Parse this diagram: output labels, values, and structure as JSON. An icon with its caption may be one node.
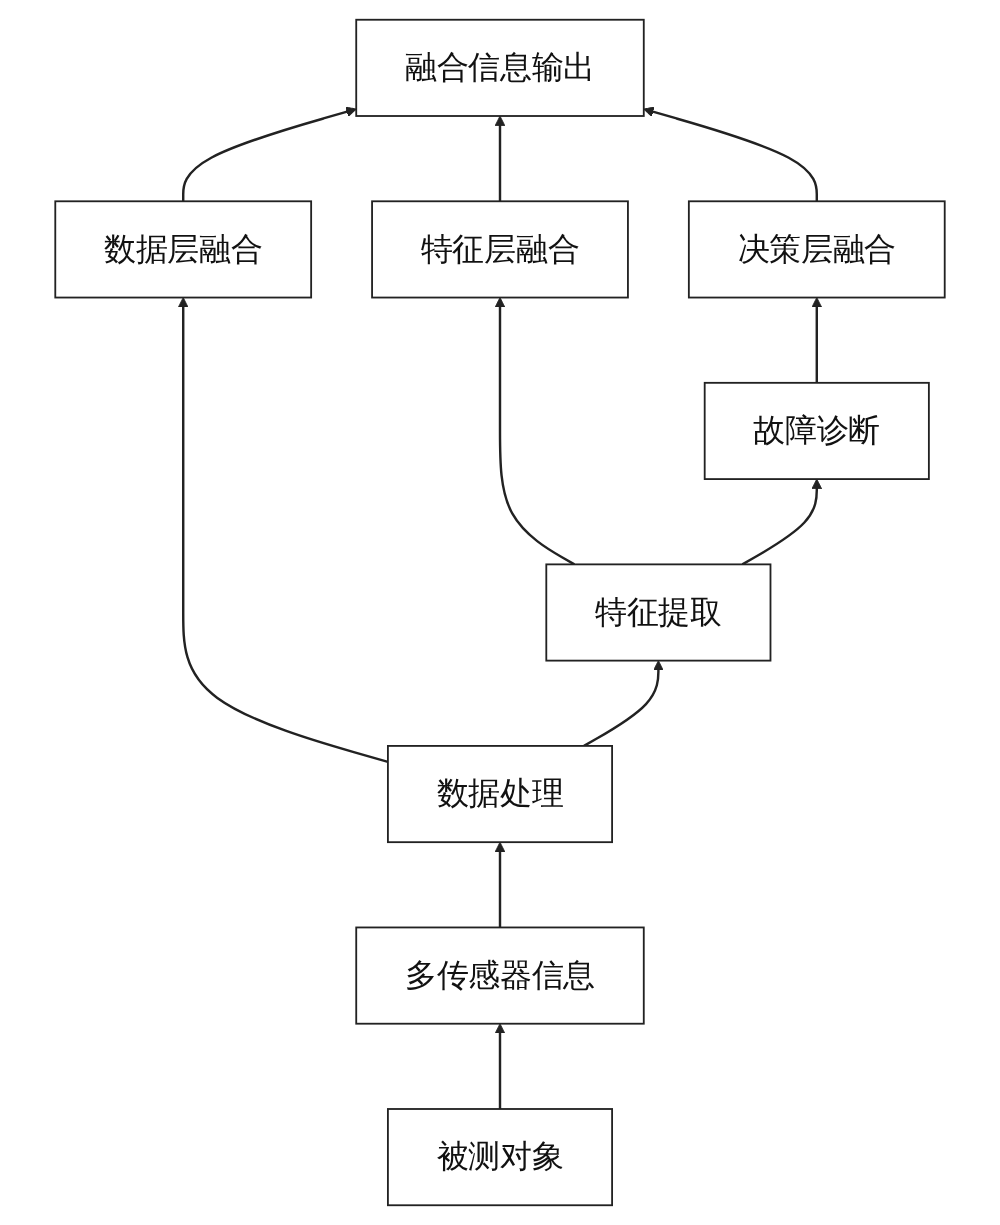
{
  "diagram": {
    "nodes": [
      {
        "text": [
          "融合信息输出"
        ]
      },
      {
        "text": [
          "数据层融合"
        ]
      },
      {
        "text": [
          "特征层融合"
        ]
      },
      {
        "text": [
          "决策层融合"
        ]
      },
      {
        "text": [
          "故障诊断"
        ]
      },
      {
        "text": [
          "特征提取"
        ]
      },
      {
        "text": [
          "数据处理"
        ]
      },
      {
        "text": [
          "多传感器信息"
        ]
      },
      {
        "text": [
          "被测对象"
        ]
      }
    ],
    "edges": [
      {
        "from": 8,
        "to": 7,
        "arrow": "to"
      },
      {
        "from": 7,
        "to": 6,
        "arrow": "to"
      },
      {
        "from": 6,
        "to": 1,
        "arrow": "to"
      },
      {
        "from": 6,
        "to": 5,
        "arrow": "to"
      },
      {
        "from": 5,
        "to": 2,
        "arrow": "to"
      },
      {
        "from": 5,
        "to": 4,
        "arrow": "to"
      },
      {
        "from": 4,
        "to": 3,
        "arrow": "to"
      },
      {
        "from": 1,
        "to": 0,
        "arrow": "to"
      },
      {
        "from": 2,
        "to": 0,
        "arrow": "to"
      },
      {
        "from": 3,
        "to": 0,
        "arrow": "to"
      }
    ]
  }
}
